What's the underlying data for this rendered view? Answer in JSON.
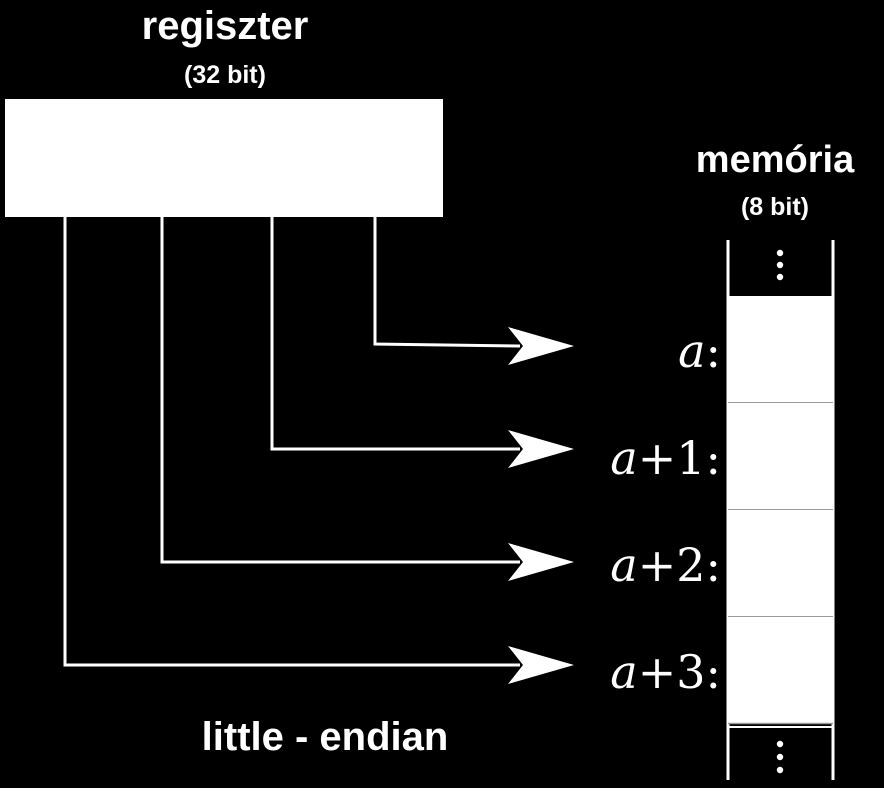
{
  "register": {
    "title": "regiszter",
    "size": "(32 bit)"
  },
  "memory": {
    "title": "memória",
    "size": "(8 bit)",
    "cells": [
      {
        "var": "a",
        "offset": "",
        "suffix": ":"
      },
      {
        "var": "a",
        "offset": "+1",
        "suffix": ":"
      },
      {
        "var": "a",
        "offset": "+2",
        "suffix": ":"
      },
      {
        "var": "a",
        "offset": "+3",
        "suffix": ":"
      }
    ]
  },
  "caption": "little - endian",
  "colors": {
    "background": "#000000",
    "foreground": "#ffffff",
    "cell_divider": "#9a9a9a"
  }
}
